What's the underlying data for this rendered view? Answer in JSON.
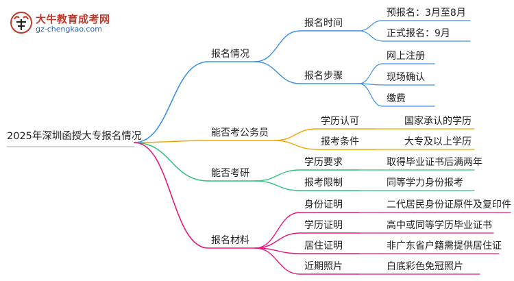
{
  "brand": {
    "name": "大牛教育成考网",
    "site": "gz-chengkao.com"
  },
  "root": "2025年深圳函授大专报名情况",
  "branches": [
    {
      "label": "报名情况",
      "color": "#3a8ee6",
      "children": [
        {
          "label": "报名时间",
          "children": [
            "预报名：3月至8月",
            "正式报名：9月"
          ]
        },
        {
          "label": "报名步骤",
          "children": [
            "网上注册",
            "现场确认",
            "缴费"
          ]
        }
      ]
    },
    {
      "label": "能否考公务员",
      "color": "#f0a800",
      "children": [
        {
          "label": "学历认可",
          "children": [
            "国家承认的学历"
          ]
        },
        {
          "label": "报考条件",
          "children": [
            "大专及以上学历"
          ]
        }
      ]
    },
    {
      "label": "能否考研",
      "color": "#2ec27e",
      "children": [
        {
          "label": "学历要求",
          "children": [
            "取得毕业证书后满两年"
          ]
        },
        {
          "label": "报考限制",
          "children": [
            "同等学力身份报考"
          ]
        }
      ]
    },
    {
      "label": "报名材料",
      "color": "#e8177a",
      "children": [
        {
          "label": "身份证明",
          "children": [
            "二代居民身份证原件及复印件"
          ]
        },
        {
          "label": "学历证明",
          "children": [
            "高中或同等学历毕业证书"
          ]
        },
        {
          "label": "居住证明",
          "children": [
            "非广东省户籍需提供居住证"
          ]
        },
        {
          "label": "近期照片",
          "children": [
            "白底彩色免冠照片"
          ]
        }
      ]
    }
  ]
}
